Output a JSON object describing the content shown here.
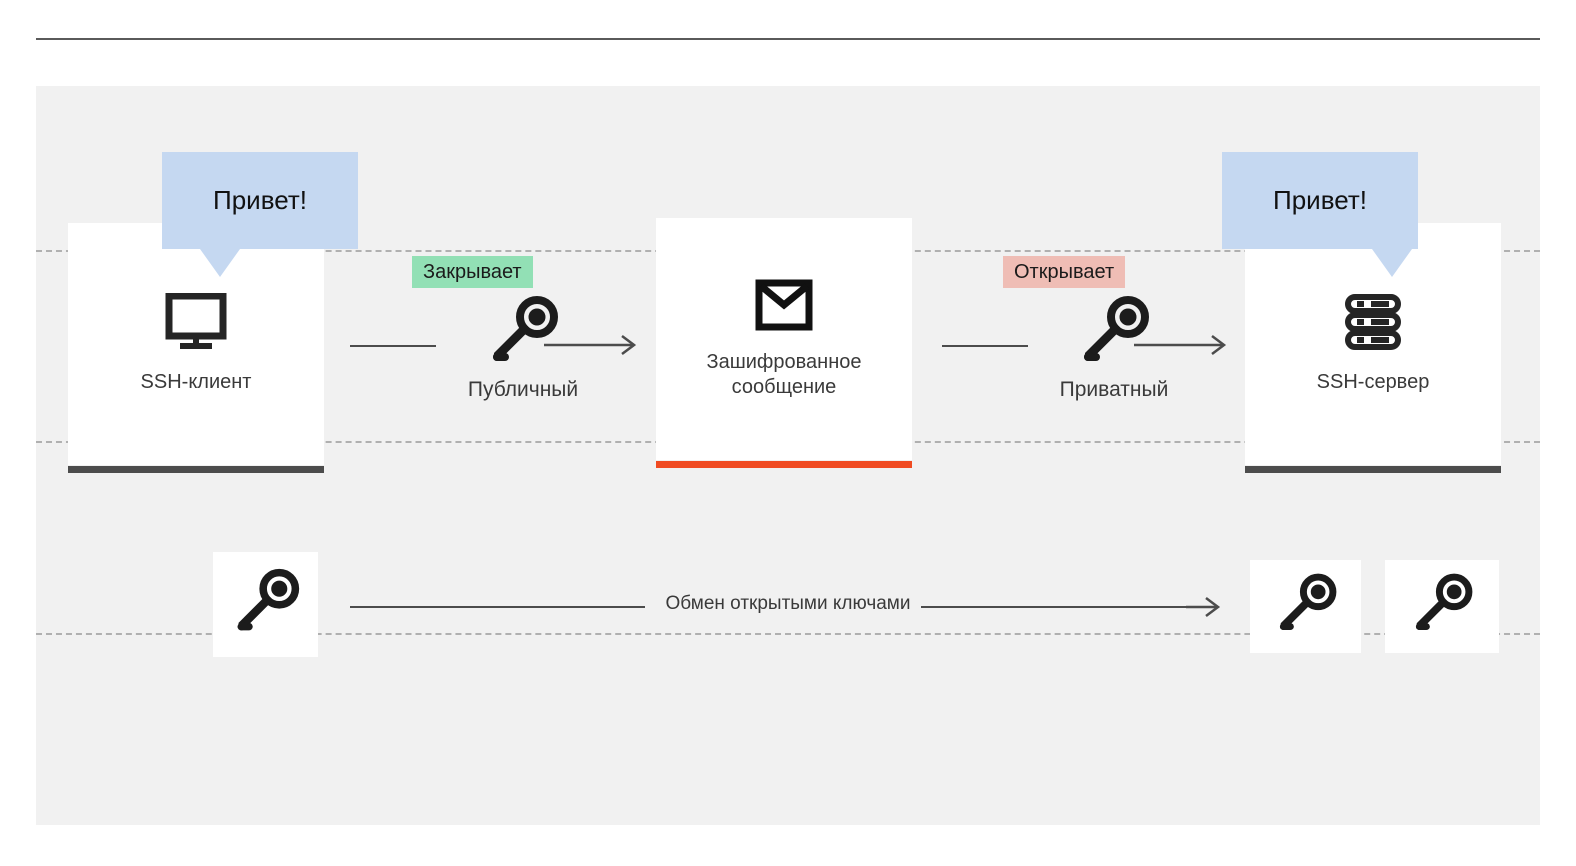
{
  "diagram": {
    "title_visible": false,
    "colors": {
      "panel_bg": "#f1f1f1",
      "card_bg": "#ffffff",
      "bubble_blue": "#c5d8f1",
      "badge_green": "#92e0b5",
      "badge_pink": "#efbdb5",
      "accent_orange": "#f04b22",
      "accent_dark": "#4c4c4c",
      "line_gray": "#4c4c4c",
      "guide_dashed": "#b0b0b0"
    },
    "bubbles": [
      {
        "id": "client-bubble",
        "text": "Привет!"
      },
      {
        "id": "server-bubble",
        "text": "Привет!"
      }
    ],
    "cards": [
      {
        "id": "ssh-client",
        "label": "SSH-клиент",
        "icon": "monitor-icon",
        "accent": "#4c4c4c"
      },
      {
        "id": "encrypted-message",
        "label": "Зашифрованное\nсообщение",
        "icon": "envelope-icon",
        "accent": "#f04b22"
      },
      {
        "id": "ssh-server",
        "label": "SSH-сервер",
        "icon": "server-icon",
        "accent": "#4c4c4c"
      }
    ],
    "badges": [
      {
        "id": "closes-badge",
        "text": "Закрывает",
        "color": "#92e0b5"
      },
      {
        "id": "opens-badge",
        "text": "Открывает",
        "color": "#efbdb5"
      }
    ],
    "keys": [
      {
        "id": "public-key",
        "label": "Публичный",
        "icon": "key-icon"
      },
      {
        "id": "private-key",
        "label": "Приватный",
        "icon": "key-icon"
      }
    ],
    "exchange": {
      "label": "Обмен открытыми ключами",
      "left_key": {
        "id": "client-public-key",
        "icon": "key-icon",
        "accent": "#92e0b5"
      },
      "right_keys": [
        {
          "id": "server-private-key",
          "icon": "key-icon",
          "accent": "#efbdb5"
        },
        {
          "id": "server-public-key",
          "icon": "key-icon",
          "accent": "#92e0b5"
        }
      ]
    }
  }
}
